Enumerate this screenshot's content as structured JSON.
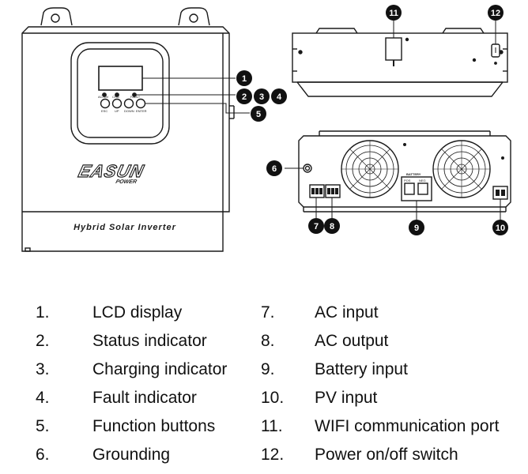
{
  "device": {
    "brand_main": "EASUN",
    "brand_sub": "POWER",
    "panel_label": "Hybrid Solar Inverter",
    "led_labels": [
      "AC/INV",
      "CHG",
      "FAULT"
    ],
    "button_labels": [
      "ESC",
      "UP",
      "DOWN",
      "ENTER"
    ],
    "battery_label": "BATTERY",
    "battery_plus": "POS",
    "battery_minus": "NEG"
  },
  "callouts": [
    "1",
    "2",
    "3",
    "4",
    "5",
    "6",
    "7",
    "8",
    "9",
    "10",
    "11",
    "12"
  ],
  "legend": {
    "left": [
      {
        "num": "1.",
        "label": "LCD display"
      },
      {
        "num": "2.",
        "label": "Status indicator"
      },
      {
        "num": "3.",
        "label": "Charging indicator"
      },
      {
        "num": "4.",
        "label": "Fault indicator"
      },
      {
        "num": "5.",
        "label": "Function buttons"
      },
      {
        "num": "6.",
        "label": "Grounding"
      }
    ],
    "right": [
      {
        "num": "7.",
        "label": "AC input"
      },
      {
        "num": "8.",
        "label": "AC output"
      },
      {
        "num": "9.",
        "label": "Battery input"
      },
      {
        "num": "10.",
        "label": "PV input"
      },
      {
        "num": "11.",
        "label": "WIFI communication port"
      },
      {
        "num": "12.",
        "label": "Power on/off switch"
      }
    ]
  },
  "colors": {
    "line": "#1a1a1a",
    "callout_fill": "#111111",
    "body": "#ffffff"
  }
}
